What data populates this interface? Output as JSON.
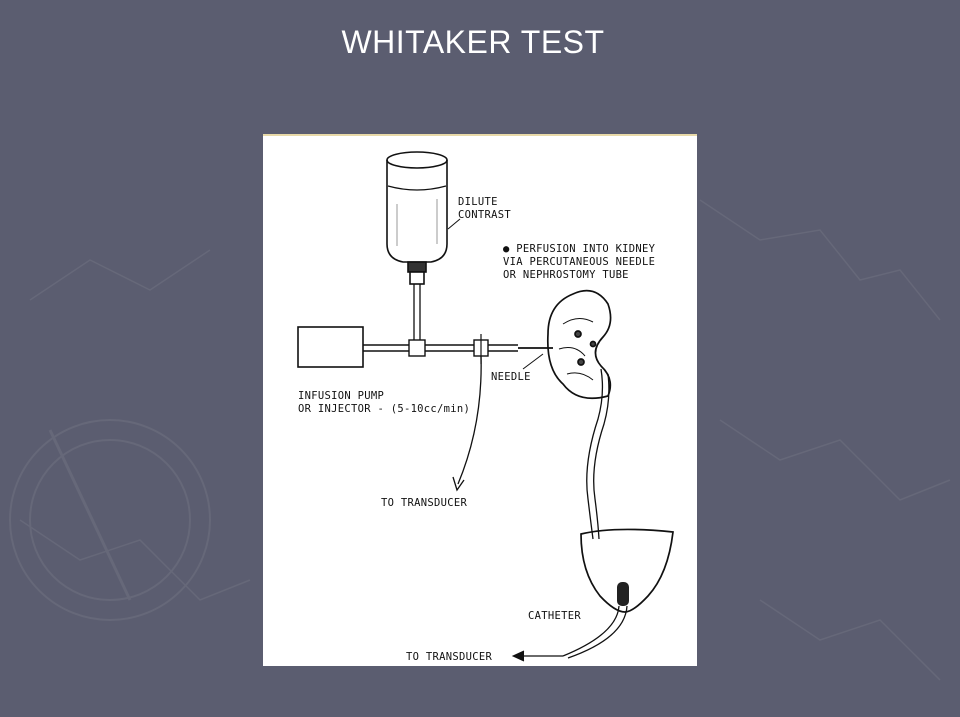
{
  "slide": {
    "title": "WHITAKER TEST",
    "background_color": "#5b5d70"
  },
  "diagram": {
    "labels": {
      "dilute_contrast_1": "DILUTE",
      "dilute_contrast_2": "CONTRAST",
      "perfusion_1": "PERFUSION INTO KIDNEY",
      "perfusion_2": "VIA PERCUTANEOUS NEEDLE",
      "perfusion_3": "OR NEPHROSTOMY TUBE",
      "needle": "NEEDLE",
      "pump_1": "INFUSION PUMP",
      "pump_2": "OR INJECTOR - (5-10cc/min)",
      "to_transducer_top": "TO TRANSDUCER",
      "catheter": "CATHETER",
      "to_transducer_bottom": "TO TRANSDUCER"
    }
  }
}
